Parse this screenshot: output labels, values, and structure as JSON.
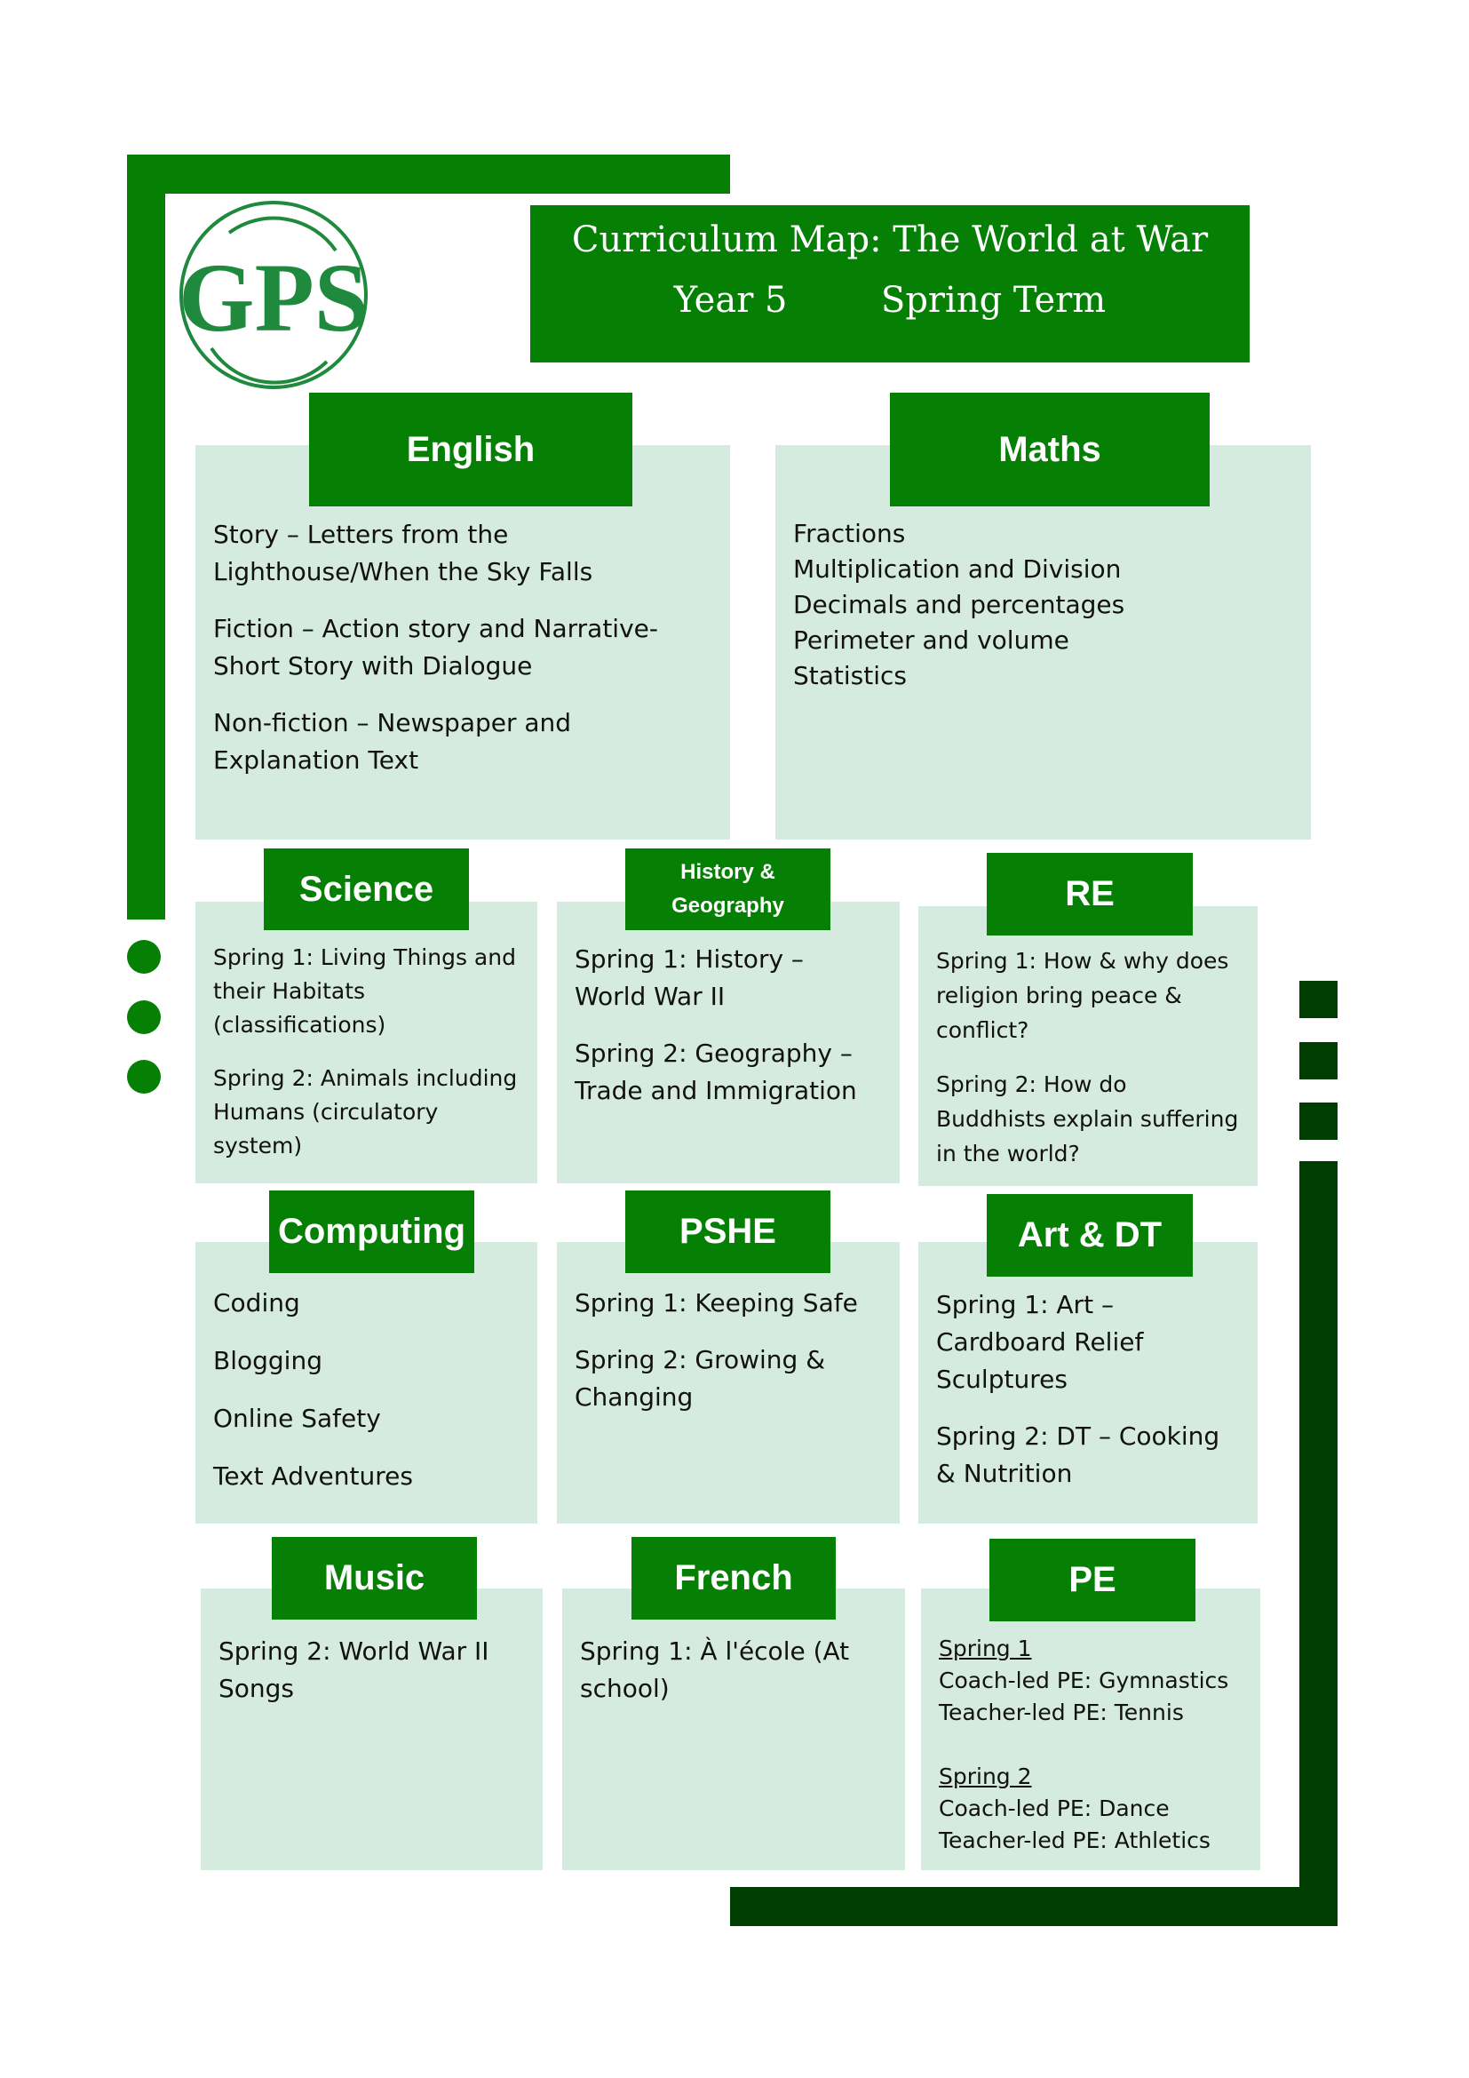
{
  "title": {
    "line1": "Curriculum Map: The World at War",
    "year": "Year 5",
    "term": "Spring Term"
  },
  "logo": {
    "text": "GPS"
  },
  "colors": {
    "primary": "#058005",
    "dark": "#003d00",
    "panel": "#d6ebe0"
  },
  "subjects": {
    "english": {
      "title": "English",
      "items": [
        "Story – Letters from the Lighthouse/When the Sky Falls",
        "Fiction – Action story and Narrative- Short Story with Dialogue",
        "Non-fiction – Newspaper and Explanation Text"
      ]
    },
    "maths": {
      "title": "Maths",
      "items": [
        "Fractions",
        "Multiplication and Division",
        "Decimals and percentages",
        "Perimeter and volume",
        "Statistics"
      ]
    },
    "science": {
      "title": "Science",
      "items": [
        "Spring 1: Living Things and their Habitats (classifications)",
        "Spring 2: Animals including Humans (circulatory system)"
      ]
    },
    "history": {
      "title": "History & Geography",
      "items": [
        "Spring 1: History – World War II",
        "Spring 2: Geography – Trade and Immigration"
      ]
    },
    "re": {
      "title": "RE",
      "items": [
        "Spring 1: How & why does religion bring peace & conflict?",
        "Spring 2: How do Buddhists explain suffering in the world?"
      ]
    },
    "computing": {
      "title": "Computing",
      "items": [
        "Coding",
        "Blogging",
        "Online Safety",
        "Text Adventures"
      ]
    },
    "pshe": {
      "title": "PSHE",
      "items": [
        "Spring 1: Keeping Safe",
        "Spring 2: Growing & Changing"
      ]
    },
    "art": {
      "title": "Art & DT",
      "items": [
        "Spring 1: Art – Cardboard Relief Sculptures",
        "Spring 2: DT – Cooking & Nutrition"
      ]
    },
    "music": {
      "title": "Music",
      "items": [
        "Spring 2: World War II Songs"
      ]
    },
    "french": {
      "title": "French",
      "items": [
        "Spring 1: À l'école (At school)"
      ]
    },
    "pe": {
      "title": "PE",
      "spring1": {
        "heading": "Spring 1",
        "coach": "Coach-led PE: Gymnastics",
        "teacher": "Teacher-led PE: Tennis"
      },
      "spring2": {
        "heading": "Spring 2",
        "coach": "Coach-led PE: Dance",
        "teacher": "Teacher-led PE: Athletics"
      }
    }
  }
}
